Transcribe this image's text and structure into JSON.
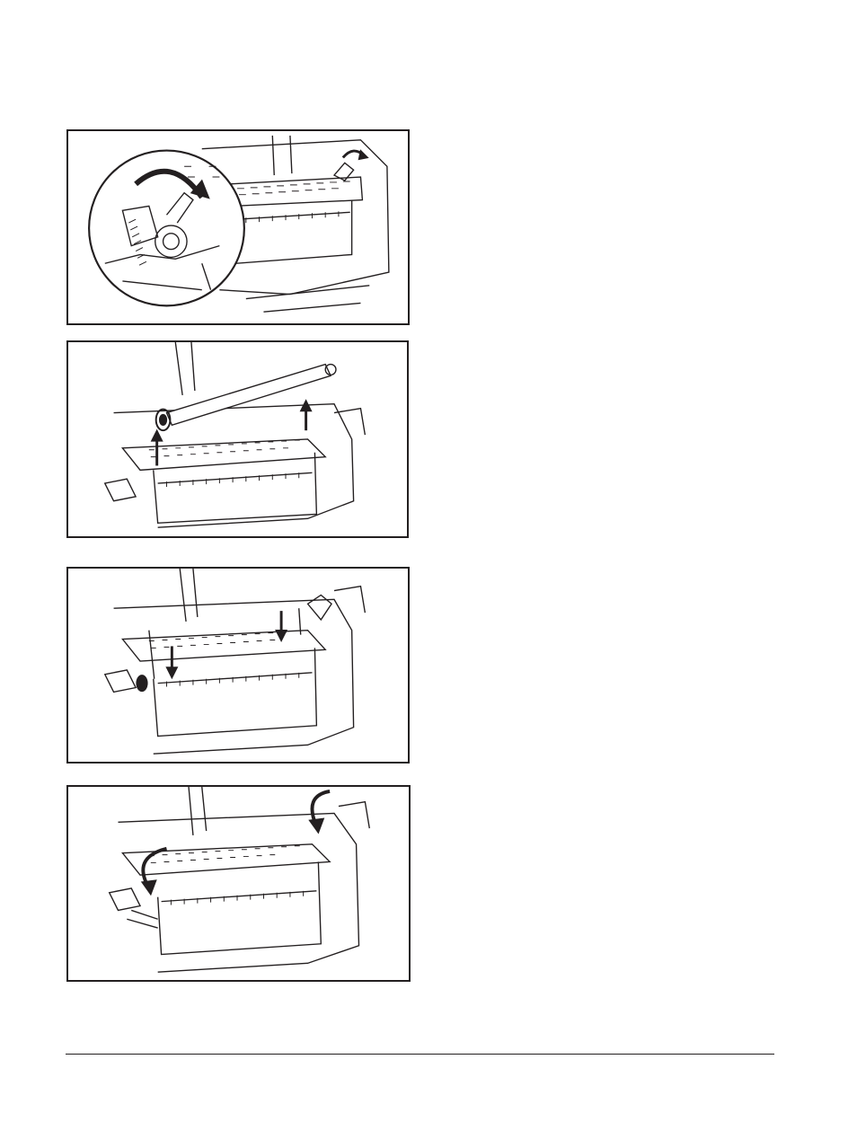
{
  "document": {
    "figures": [
      {
        "id": "fig1",
        "icon": "release-latch-zoom-illustration"
      },
      {
        "id": "fig2",
        "icon": "lift-platen-roller-illustration"
      },
      {
        "id": "fig3",
        "icon": "insert-platen-roller-illustration"
      },
      {
        "id": "fig4",
        "icon": "lock-latch-illustration"
      }
    ],
    "colors": {
      "ink": "#231f20",
      "paper": "#ffffff"
    }
  }
}
